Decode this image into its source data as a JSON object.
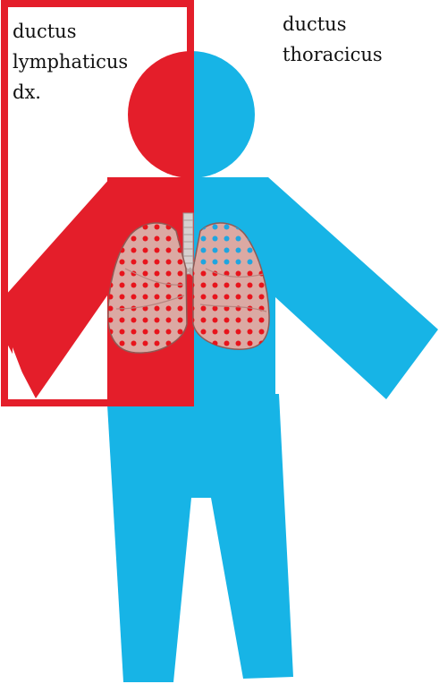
{
  "labels": {
    "right_duct": [
      "ductus",
      "lymphaticus",
      "dx."
    ],
    "left_duct": [
      "ductus",
      "thoracicus"
    ]
  },
  "colors": {
    "right_drainage_region": "#e41e2a",
    "left_drainage_region": "#17b4e6",
    "background": "#ffffff",
    "lung_tissue": "#d9a6a0"
  }
}
